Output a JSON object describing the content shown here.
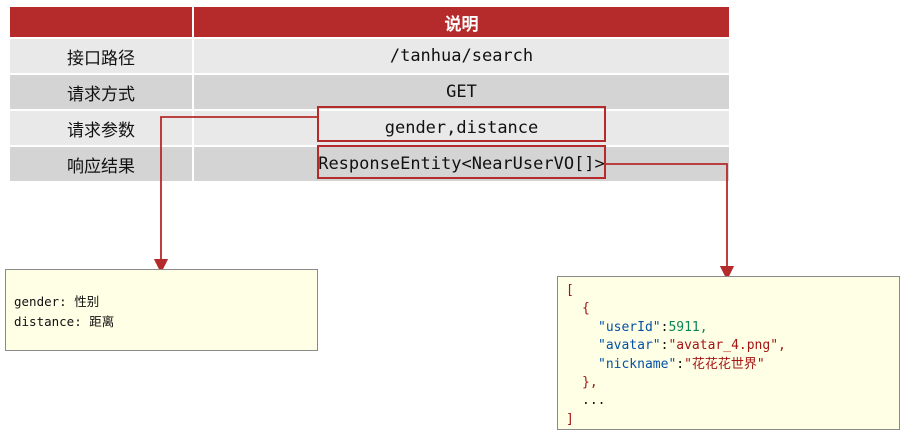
{
  "table": {
    "header": [
      "",
      "说明"
    ],
    "rows": [
      {
        "label": "接口路径",
        "value": "/tanhua/search"
      },
      {
        "label": "请求方式",
        "value": "GET"
      },
      {
        "label": "请求参数",
        "value": "gender,distance"
      },
      {
        "label": "响应结果",
        "value": "ResponseEntity<NearUserVO[]>"
      }
    ]
  },
  "params_note": {
    "lines": [
      "gender: 性别",
      "distance: 距离"
    ]
  },
  "response_note": {
    "open_bracket": "[",
    "open_brace": "{",
    "fields": [
      {
        "key": "\"userId\"",
        "value": "5911,",
        "kind": "num"
      },
      {
        "key": "\"avatar\"",
        "value": "\"avatar_4.png\",",
        "kind": "str"
      },
      {
        "key": "\"nickname\"",
        "value": "\"花花花世界\"",
        "kind": "str"
      }
    ],
    "close_brace": "},",
    "ellipsis": "...",
    "close_bracket": "]"
  },
  "colors": {
    "accent": "#b52a2a",
    "row_light": "#e9e9e9",
    "row_dark": "#d4d4d4",
    "note_bg": "#ffffe6"
  }
}
